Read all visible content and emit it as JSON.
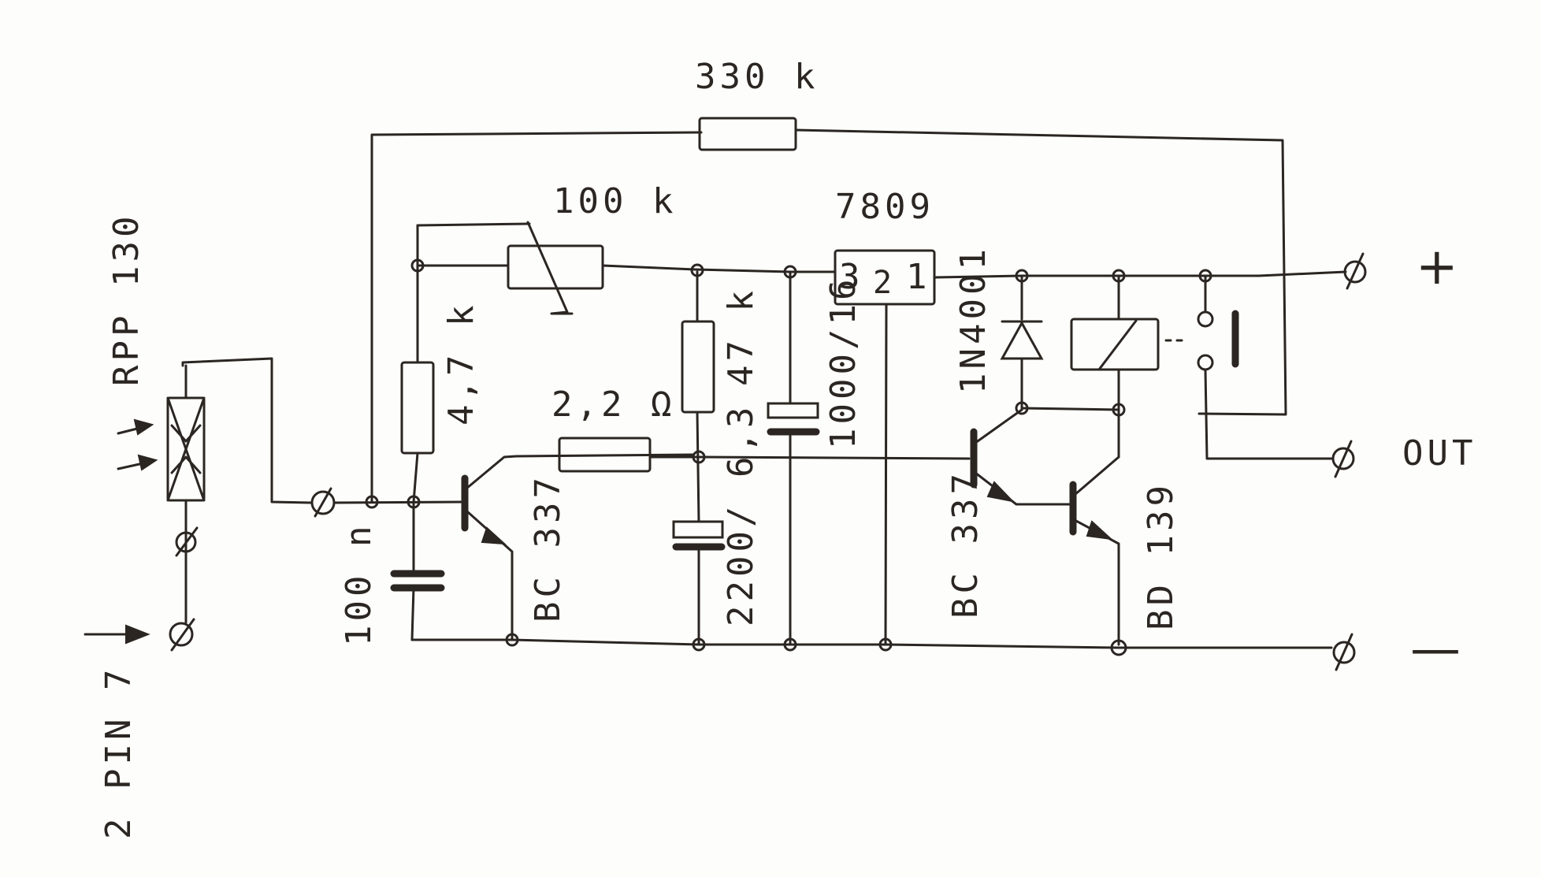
{
  "labels": {
    "r_feedback": "330 k",
    "r_pot": "100 k",
    "regulator": "7809",
    "reg_pin3": "3",
    "reg_pin2": "2",
    "reg_pin1": "1",
    "r_bias": "4,7 k",
    "r_series": "2,2 Ω",
    "r_div": "47 k",
    "c_reg": "1000/16",
    "c_big": "2200/ 6,3",
    "c_in": "100 n",
    "t1": "BC 337",
    "t2": "BC 337",
    "t3": "BD 139",
    "diode": "1N4001",
    "sensor": "RPP 130",
    "pin": "2 PIN 7",
    "term_plus": "+",
    "term_out": "OUT",
    "term_minus": "—"
  },
  "colors": {
    "ink": "#2b2622",
    "paper": "#fdfdfb"
  }
}
